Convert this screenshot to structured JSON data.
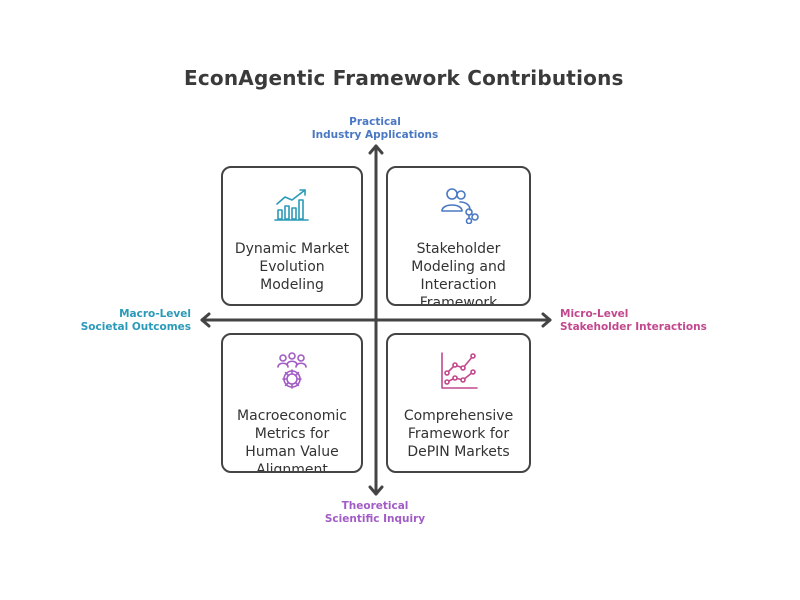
{
  "title": "EconAgentic Framework Contributions",
  "axes": {
    "top": {
      "line1": "Practical",
      "line2": "Industry Applications",
      "color": "#4a78c2"
    },
    "bottom": {
      "line1": "Theoretical",
      "line2": "Scientific Inquiry",
      "color": "#a25cc5"
    },
    "left": {
      "line1": "Macro-Level",
      "line2": "Societal Outcomes",
      "color": "#2a9ab8"
    },
    "right": {
      "line1": "Micro-Level",
      "line2": "Stakeholder Interactions",
      "color": "#c2488e"
    }
  },
  "quadrants": {
    "top_left": {
      "lines": [
        "Dynamic Market",
        "Evolution",
        "Modeling"
      ],
      "icon": "bar-chart-trend-icon",
      "icon_color": "#2a9ab8"
    },
    "top_right": {
      "lines": [
        "Stakeholder",
        "Modeling and",
        "Interaction",
        "Framework"
      ],
      "icon": "people-network-icon",
      "icon_color": "#4a78c2"
    },
    "bottom_left": {
      "lines": [
        "Macroeconomic",
        "Metrics for",
        "Human Value",
        "Alignment"
      ],
      "icon": "people-gear-icon",
      "icon_color": "#a25cc5"
    },
    "bottom_right": {
      "lines": [
        "Comprehensive",
        "Framework for",
        "DePIN Markets"
      ],
      "icon": "line-chart-icon",
      "icon_color": "#c2488e"
    }
  }
}
